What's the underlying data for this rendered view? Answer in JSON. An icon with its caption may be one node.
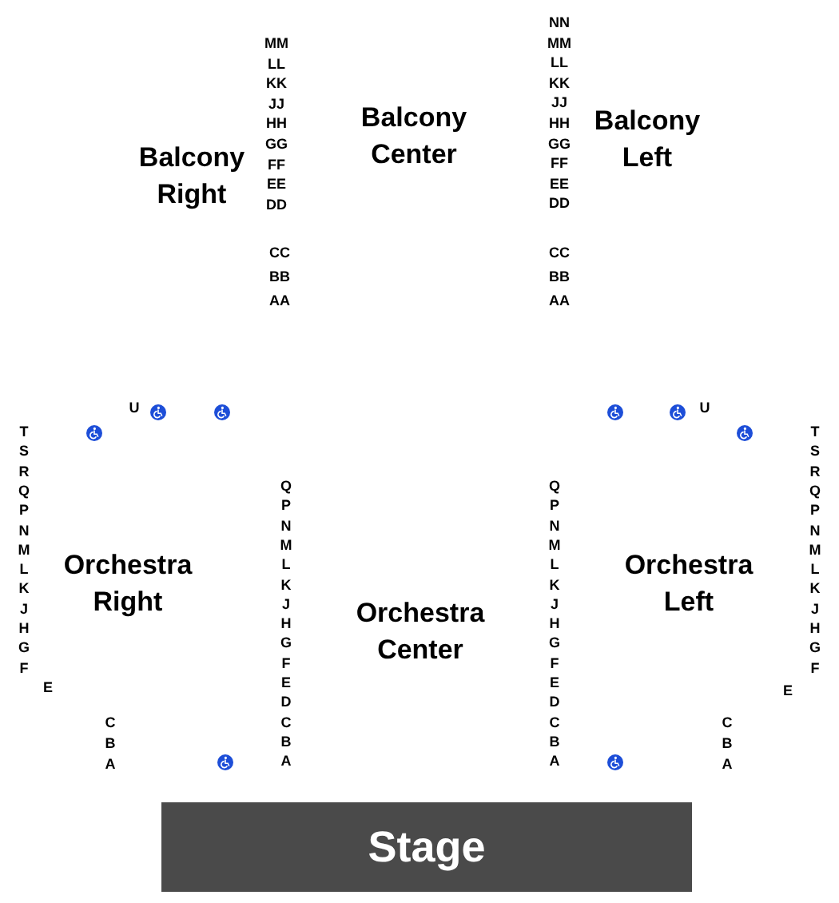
{
  "diagram": {
    "nodes": [
      {
        "text": [
          "Stage"
        ]
      }
    ],
    "labels": [
      "MM",
      "LL",
      "KK",
      "JJ",
      "HH",
      "GG",
      "FF",
      "EE",
      "DD",
      "CC",
      "BB",
      "AA",
      "Balcony Right",
      "Balcony Center",
      "NN",
      "MM",
      "LL",
      "KK",
      "JJ",
      "HH",
      "GG",
      "FF",
      "EE",
      "DD",
      "CC",
      "BB",
      "AA",
      "Balcony Left",
      "U",
      "U",
      "T",
      "S",
      "R",
      "Q",
      "P",
      "N",
      "M",
      "L",
      "K",
      "J",
      "H",
      "G",
      "F",
      "E",
      "C",
      "B",
      "A",
      "Q",
      "P",
      "N",
      "M",
      "L",
      "K",
      "J",
      "H",
      "G",
      "F",
      "E",
      "D",
      "C",
      "B",
      "A",
      "Orchestra Right",
      "Orchestra Center",
      "Q",
      "P",
      "N",
      "M",
      "L",
      "K",
      "J",
      "H",
      "G",
      "F",
      "E",
      "D",
      "C",
      "B",
      "A",
      "Orchestra Left",
      "T",
      "S",
      "R",
      "Q",
      "P",
      "N",
      "M",
      "L",
      "K",
      "J",
      "H",
      "G",
      "F",
      "E",
      "C",
      "B",
      "A"
    ]
  }
}
